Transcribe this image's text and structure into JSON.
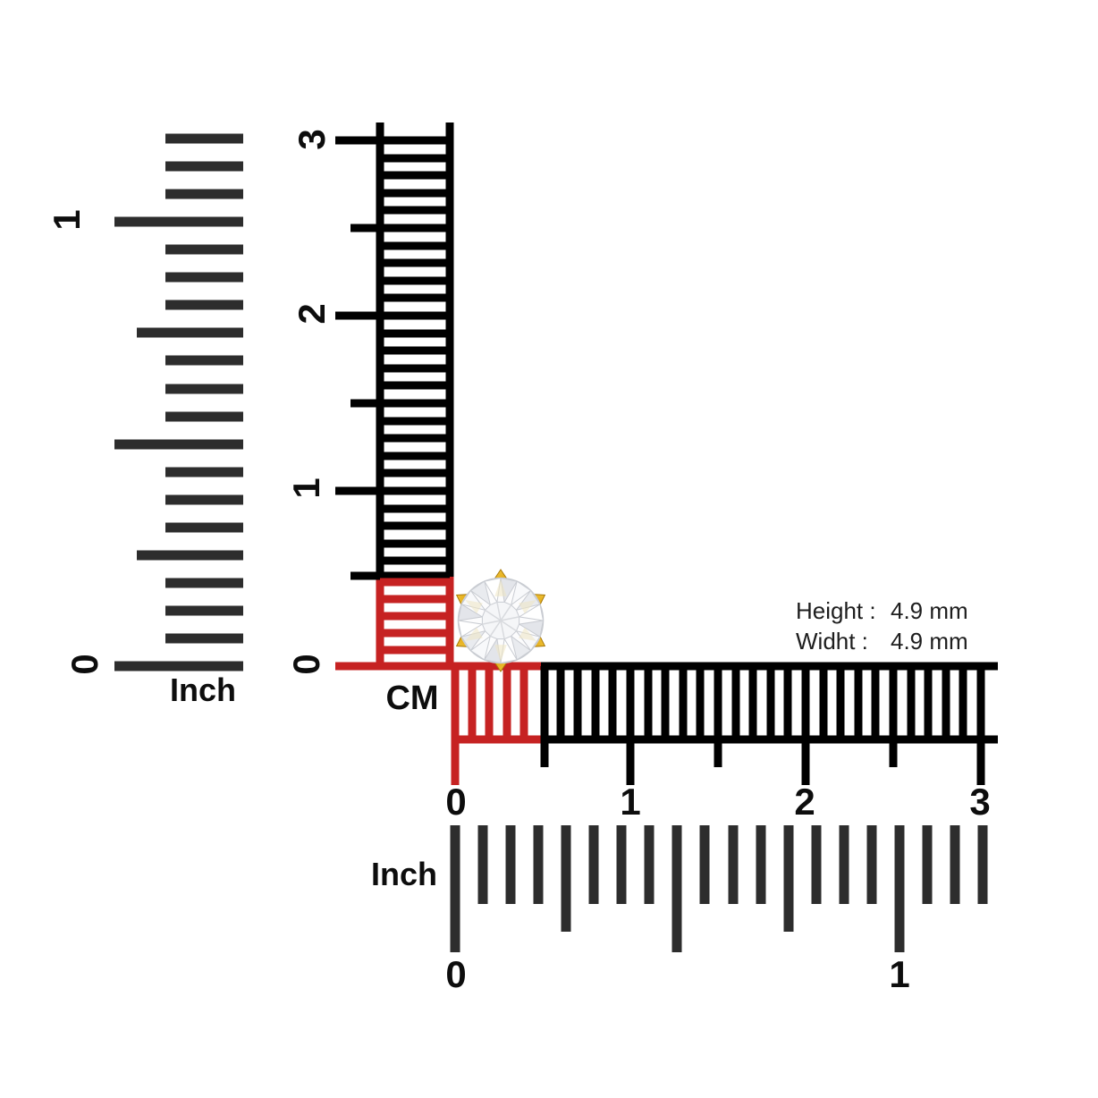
{
  "measurements": {
    "height_label": "Height :",
    "height_value": "4.9 mm",
    "width_label": "Widht :",
    "width_value": "4.9 mm"
  },
  "rulers": {
    "left_inch": {
      "unit_label": "Inch",
      "labels": [
        "0",
        "1"
      ]
    },
    "vertical_cm": {
      "labels": [
        "0",
        "1",
        "2",
        "3"
      ]
    },
    "horizontal_cm": {
      "unit_label": "CM",
      "labels": [
        "0",
        "1",
        "2",
        "3"
      ]
    },
    "bottom_inch": {
      "unit_label": "Inch",
      "labels": [
        "0",
        "1"
      ]
    }
  },
  "icons": {
    "gem": "diamond-stud-icon"
  },
  "colors": {
    "background": "#ffffff",
    "cm_ruler": "#000000",
    "inch_ruler": "#2d2d2d",
    "label_text": "#0d0d0d",
    "highlight_red": "#c62222",
    "gold": "#e3ab18",
    "gold_light": "#f6cf4a",
    "gold_dark": "#a87908",
    "diamond_facet_stroke": "#c9ccd2"
  }
}
